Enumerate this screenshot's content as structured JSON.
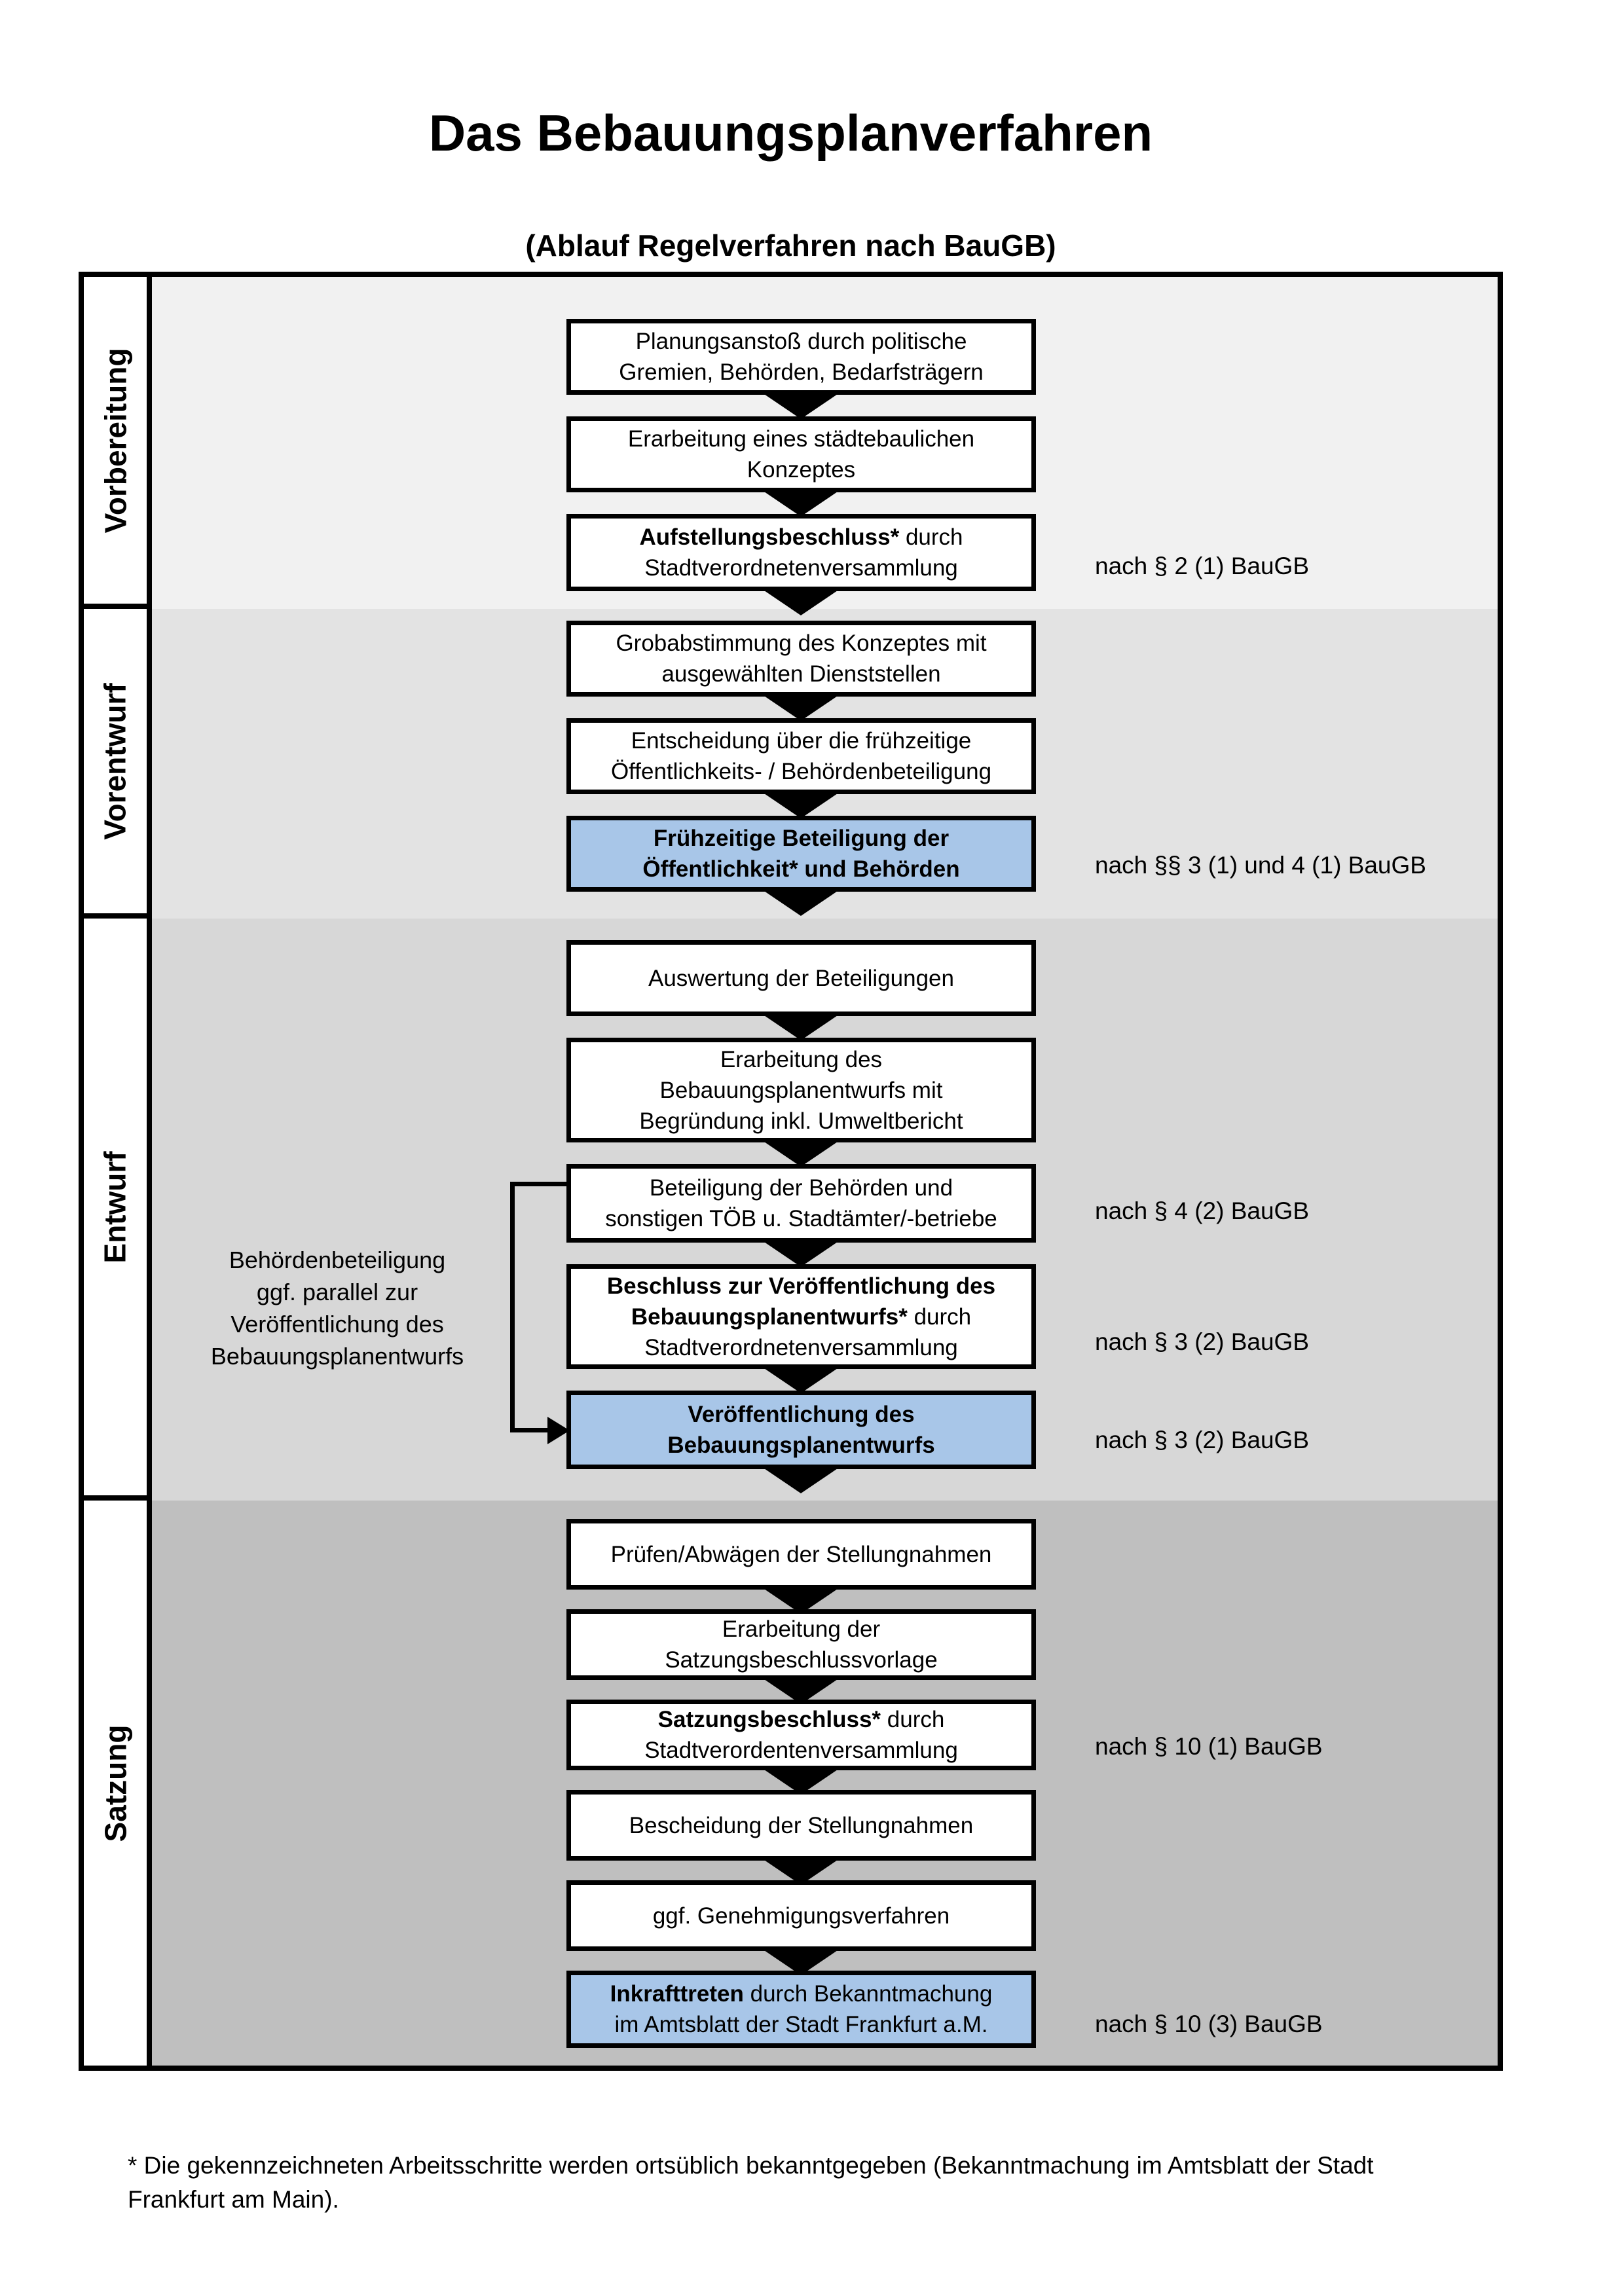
{
  "page": {
    "title": "Das Bebauungsplanverfahren",
    "subtitle": "(Ablauf Regelverfahren nach BauGB)",
    "footnote": "* Die gekennzeichneten Arbeitsschritte werden ortsüblich bekanntgegeben (Bekanntmachung im Amtsblatt der Stadt\nFrankfurt am Main)."
  },
  "colors": {
    "highlight_box": "#a8c6e8",
    "box_background": "#ffffff",
    "box_border": "#000000",
    "band_vorbereitung": "#f1f1f1",
    "band_vorentwurf": "#e3e3e3",
    "band_entwurf": "#d7d7d7",
    "band_satzung": "#bfbfbf"
  },
  "phases": [
    {
      "label": "Vorbereitung"
    },
    {
      "label": "Vorentwurf"
    },
    {
      "label": "Entwurf"
    },
    {
      "label": "Satzung"
    }
  ],
  "steps": [
    {
      "bold": "",
      "text": "Planungsanstoß durch politische\nGremien, Behörden, Bedarfsträgern",
      "highlight": false
    },
    {
      "bold": "",
      "text": "Erarbeitung eines städtebaulichen\nKonzeptes",
      "highlight": false
    },
    {
      "bold": "Aufstellungsbeschluss*",
      "text": " durch\nStadtverordnetenversammlung",
      "highlight": false
    },
    {
      "bold": "",
      "text": "Grobabstimmung des Konzeptes mit\nausgewählten Dienststellen",
      "highlight": false
    },
    {
      "bold": "",
      "text": "Entscheidung über die frühzeitige\nÖffentlichkeits- / Behördenbeteiligung",
      "highlight": false
    },
    {
      "bold": "Frühzeitige Beteiligung der\nÖffentlichkeit* und Behörden",
      "text": "",
      "highlight": true
    },
    {
      "bold": "",
      "text": "Auswertung der Beteiligungen",
      "highlight": false
    },
    {
      "bold": "",
      "text": "Erarbeitung des\nBebauungsplanentwurfs mit\nBegründung inkl. Umweltbericht",
      "highlight": false
    },
    {
      "bold": "",
      "text": "Beteiligung der Behörden und\nsonstigen TÖB u. Stadtämter/-betriebe",
      "highlight": false
    },
    {
      "bold": "Beschluss zur Veröffentlichung des\nBebauungsplanentwurfs*",
      "text": " durch\nStadtverordnetenversammlung",
      "highlight": false
    },
    {
      "bold": "Veröffentlichung des\nBebauungsplanentwurfs",
      "text": "",
      "highlight": true
    },
    {
      "bold": "",
      "text": "Prüfen/Abwägen der Stellungnahmen",
      "highlight": false
    },
    {
      "bold": "",
      "text": "Erarbeitung der\nSatzungsbeschlussvorlage",
      "highlight": false
    },
    {
      "bold": "Satzungsbeschluss*",
      "text": " durch\nStadtverordentenversammlung",
      "highlight": false
    },
    {
      "bold": "",
      "text": "Bescheidung der Stellungnahmen",
      "highlight": false
    },
    {
      "bold": "",
      "text": "ggf. Genehmigungsverfahren",
      "highlight": false
    },
    {
      "bold": "Inkrafttreten",
      "text": " durch Bekanntmachung\nim Amtsblatt der Stadt Frankfurt a.M.",
      "highlight": true
    }
  ],
  "annotations": [
    {
      "text": "nach § 2 (1) BauGB"
    },
    {
      "text": "nach §§ 3 (1) und 4 (1) BauGB"
    },
    {
      "text": "nach § 4 (2) BauGB"
    },
    {
      "text": "nach § 3 (2) BauGB"
    },
    {
      "text": "nach § 3 (2) BauGB"
    },
    {
      "text": "nach § 10 (1) BauGB"
    },
    {
      "text": "nach § 10 (3) BauGB"
    }
  ],
  "side_note": "Behördenbeteiligung\nggf. parallel zur\nVeröffentlichung des\nBebauungsplanentwurfs"
}
